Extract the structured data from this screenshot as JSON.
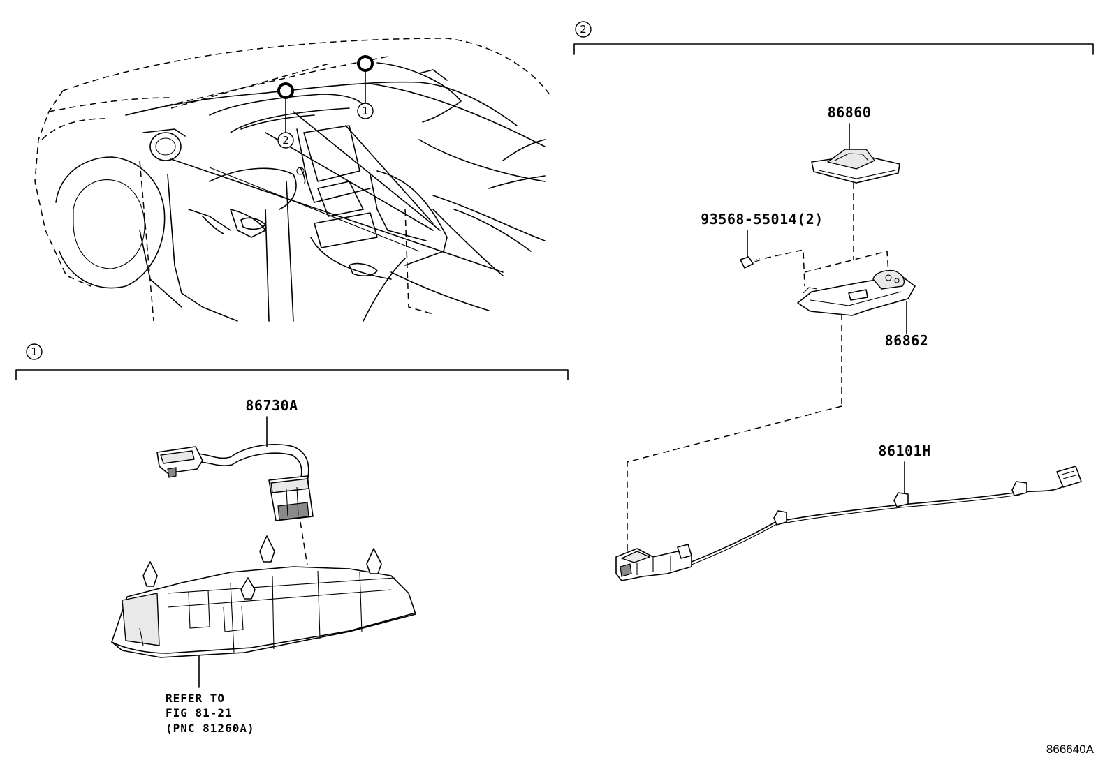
{
  "callouts": {
    "group1": "1",
    "group2": "2"
  },
  "parts": {
    "p86860": "86860",
    "p93568": "93568-55014(2)",
    "p86862": "86862",
    "p86101H": "86101H",
    "p86730A": "86730A"
  },
  "refer_note": {
    "line1": "REFER TO",
    "line2": "FIG 81-21",
    "line3": "(PNC 81260A)"
  },
  "diagram_id": "866640A"
}
